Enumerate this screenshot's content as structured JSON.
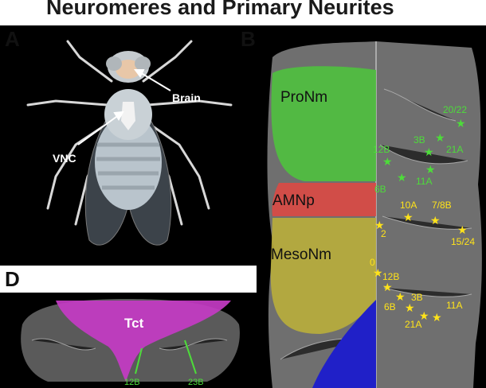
{
  "figure": {
    "title": "Neuromeres and Primary Neurites"
  },
  "panels": {
    "a": {
      "letter": "A",
      "labels": {
        "brain": "Brain",
        "vnc": "VNC"
      }
    },
    "b": {
      "letter": "B",
      "regions": [
        {
          "label": "ProNm",
          "color": "#4fbf3f"
        },
        {
          "label": "AMNp",
          "color": "#d94a44"
        },
        {
          "label": "MesoNm",
          "color": "#b7ad3c"
        }
      ],
      "green_markers": [
        "20/22",
        "3B",
        "21A",
        "12B",
        "6B",
        "11A"
      ],
      "yellow_markers": [
        "10A",
        "7/8B",
        "2",
        "15/24",
        "0",
        "12B",
        "3B",
        "6B",
        "11A",
        "21A"
      ]
    },
    "d": {
      "letter": "D",
      "region_label": "Tct",
      "markers": [
        "12B",
        "23B"
      ],
      "region_color": "#c43bc4"
    }
  },
  "colors": {
    "green_text": "#4ddc3a",
    "yellow_text": "#ffe31a",
    "blue_region": "#2020c8"
  }
}
